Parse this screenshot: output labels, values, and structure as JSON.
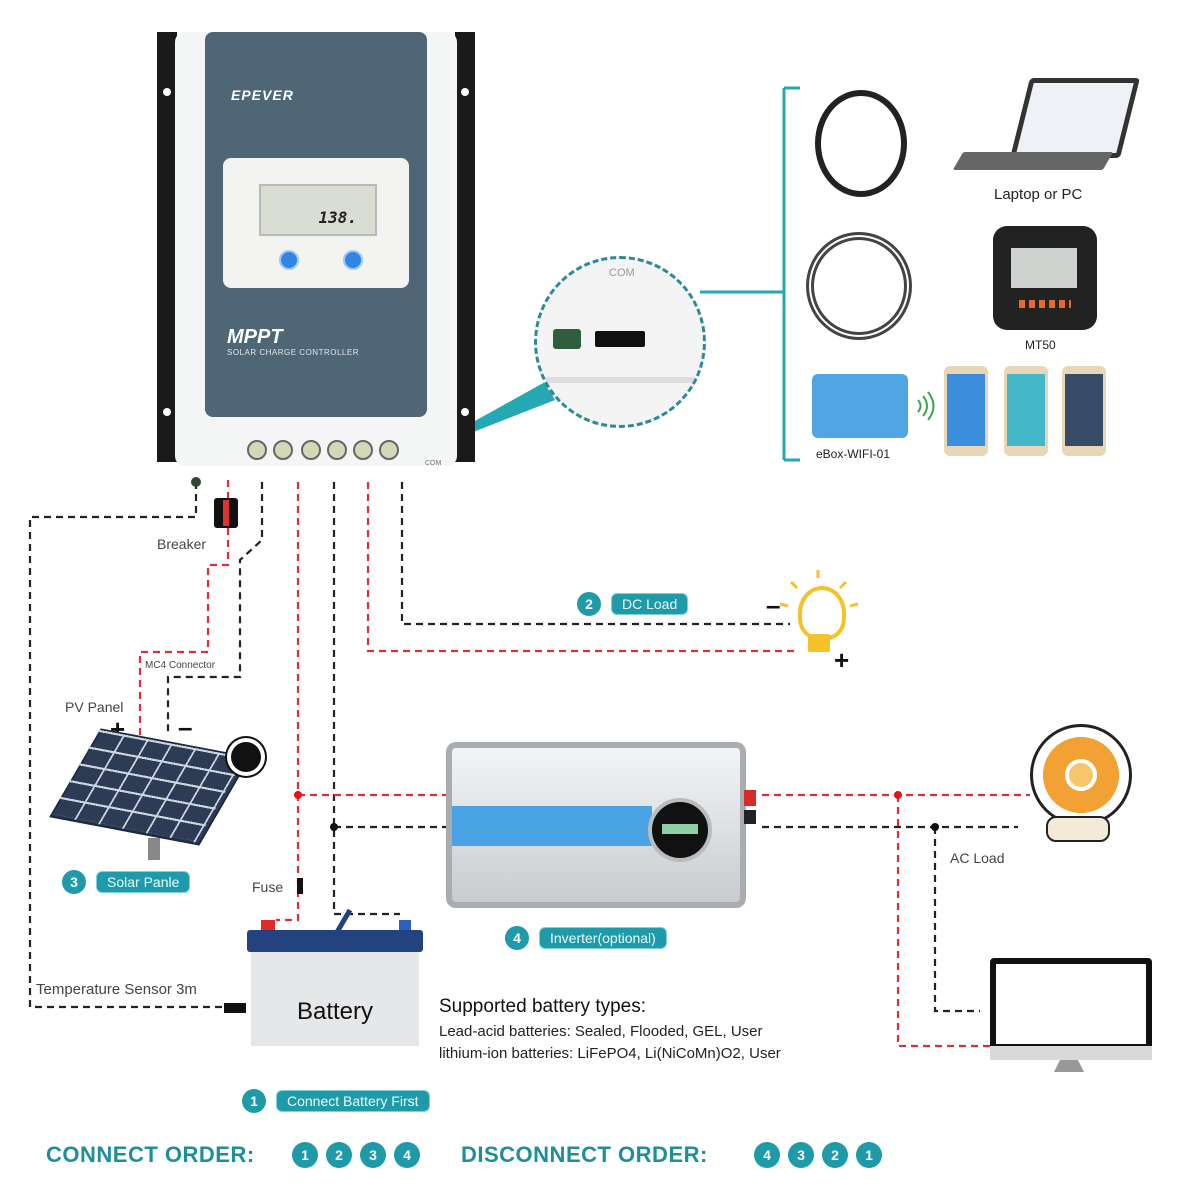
{
  "controller": {
    "brand": "EPEVER",
    "lcd_reading": "138.",
    "model_title": "MPPT",
    "model_subtitle": "SOLAR CHARGE CONTROLLER",
    "com_port_label": "COM"
  },
  "zoom_callout": {
    "label": "COM"
  },
  "accessories": {
    "laptop_label": "Laptop or PC",
    "remote_meter_label": "MT50",
    "wifi_box_label": "eBox-WIFI-01"
  },
  "wiring": {
    "breaker_label": "Breaker",
    "mc4_label": "MC4 Connector",
    "pv_panel_label": "PV Panel",
    "plus": "+",
    "minus": "–",
    "fuse_label": "Fuse",
    "temp_sensor_label": "Temperature Sensor  3m",
    "ac_load_label": "AC Load"
  },
  "steps": [
    {
      "number": "1",
      "label": "Connect Battery First"
    },
    {
      "number": "2",
      "label": "DC Load"
    },
    {
      "number": "3",
      "label": "Solar Panle"
    },
    {
      "number": "4",
      "label": "Inverter(optional)"
    }
  ],
  "battery": {
    "label": "Battery"
  },
  "supported_batteries": {
    "heading": "Supported battery types:",
    "lead_acid": "Lead-acid batteries: Sealed, Flooded, GEL, User",
    "lithium": "lithium-ion batteries: LiFePO4, Li(NiCoMn)O2, User"
  },
  "orders": {
    "connect_label": "CONNECT ORDER:",
    "connect_sequence": [
      "1",
      "2",
      "3",
      "4"
    ],
    "disconnect_label": "DISCONNECT ORDER:",
    "disconnect_sequence": [
      "4",
      "3",
      "2",
      "1"
    ]
  },
  "colors": {
    "accent_teal": "#1e9aa8",
    "positive_wire": "#d8313a",
    "negative_wire": "#333333"
  }
}
